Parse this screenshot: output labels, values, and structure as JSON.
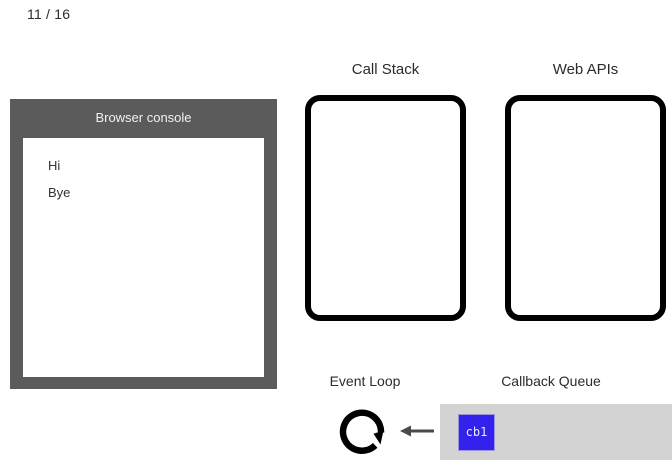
{
  "slide": {
    "counter": "11 / 16"
  },
  "console": {
    "title": "Browser console",
    "lines": [
      "Hi",
      "Bye"
    ]
  },
  "call_stack": {
    "caption": "Call Stack",
    "frames": []
  },
  "web_apis": {
    "caption": "Web APIs",
    "items": []
  },
  "event_loop": {
    "caption": "Event Loop",
    "icon": "circular-arrow-icon"
  },
  "queue_arrow": {
    "icon": "arrow-left-icon"
  },
  "callback_queue": {
    "caption": "Callback Queue",
    "items": [
      {
        "label": "cb1"
      }
    ]
  },
  "colors": {
    "page_background": "#ffffff",
    "console_frame": "#5b5b5b",
    "console_body": "#ffffff",
    "console_title_text": "#f2f2f2",
    "box_border": "#000000",
    "queue_background": "#d3d3d3",
    "queue_item": "#3322ee",
    "queue_item_text": "#eaeaf5",
    "arrow": "#4a4a4a",
    "text": "#2b2b2b"
  }
}
